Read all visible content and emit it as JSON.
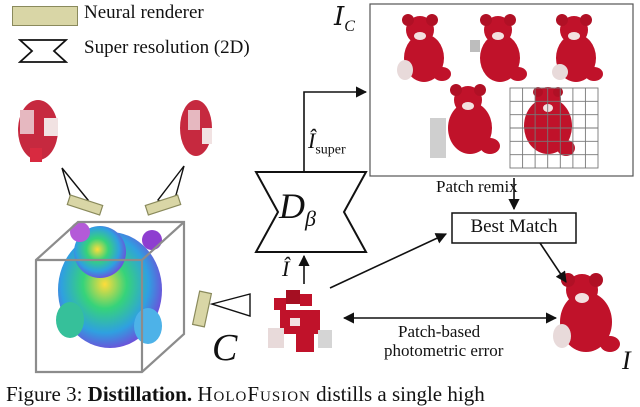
{
  "legend": {
    "neural_renderer": "Neural renderer",
    "super_resolution": "Super resolution (2D)"
  },
  "labels": {
    "ic_main": "I",
    "ic_sub": "C",
    "i_super_hat": "Î",
    "i_super_sub": "super",
    "d_main": "D",
    "d_sub": "β",
    "i_hat": "Î",
    "patch_remix": "Patch remix",
    "best_match": "Best Match",
    "patch_based": "Patch-based",
    "photometric": "photometric error",
    "camera_c": "C",
    "i_label": "I"
  },
  "caption": {
    "prefix": "Figure 3: ",
    "bold": "Distillation.",
    "name": "HoloFusion",
    "rest": " distills a single high"
  },
  "colors": {
    "renderer_fill": "#d9d6a6",
    "renderer_stroke": "#8a8a5c",
    "teddy_red": "#c0122a",
    "line": "#111111"
  }
}
